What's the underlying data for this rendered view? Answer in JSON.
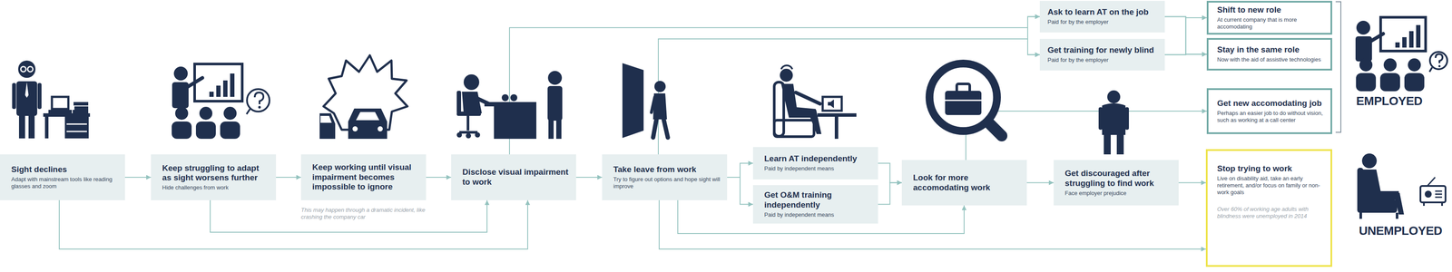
{
  "diagram": {
    "nodes": [
      {
        "text": [
          "Sight declines",
          "Adapt with mainstream tools like reading glasses and zoom"
        ]
      },
      {
        "text": [
          "Keep struggling to adapt as sight worsens further",
          "Hide challenges from work"
        ]
      },
      {
        "text": [
          "Keep working until visual impairment becomes impossible to ignore"
        ]
      },
      {
        "text": [
          "Disclose visual impairment to work"
        ]
      },
      {
        "text": [
          "Take leave from work",
          "Try to figure out options and hope sight will improve"
        ]
      },
      {
        "text": [
          "Learn AT independently",
          "Paid by independent means"
        ]
      },
      {
        "text": [
          "Get O&M training independently",
          "Paid by independent means"
        ]
      },
      {
        "text": [
          "Look for more accomodating work"
        ]
      },
      {
        "text": [
          "Get discouraged after struggling to find work",
          "Face employer prejudice"
        ]
      },
      {
        "text": [
          "Ask to learn AT on the job",
          "Paid for by the employer"
        ]
      },
      {
        "text": [
          "Get training for newly blind",
          "Paid for by the employer"
        ]
      },
      {
        "text": [
          "Shift to new role",
          "At current company that is more accomodating"
        ]
      },
      {
        "text": [
          "Stay in the same role",
          "Now with the aid of assistive technologies"
        ]
      },
      {
        "text": [
          "Get new accomodating job",
          "Perhaps an easier job to do without vision, such as working at a call center"
        ]
      },
      {
        "text": [
          "Stop trying to work",
          "Live on disability aid, take an early retirement, and/or focus on family or non-work goals",
          "Over 60% of working age adults with blindness were unemployed in 2014"
        ]
      }
    ],
    "edges": [
      {
        "from": 0,
        "to": 1,
        "arrow": "to"
      },
      {
        "from": 1,
        "to": 2,
        "arrow": "to"
      },
      {
        "from": 2,
        "to": 3,
        "arrow": "to"
      },
      {
        "from": 3,
        "to": 4,
        "arrow": "to"
      },
      {
        "from": 0,
        "to": 3,
        "arrow": "to"
      },
      {
        "from": 1,
        "to": 3,
        "arrow": "to"
      },
      {
        "from": 3,
        "to": 9,
        "arrow": "to"
      },
      {
        "from": 3,
        "to": 10,
        "arrow": "to"
      },
      {
        "from": 4,
        "to": 9,
        "arrow": "to"
      },
      {
        "from": 4,
        "to": 10,
        "arrow": "to"
      },
      {
        "from": 4,
        "to": 5,
        "arrow": "to"
      },
      {
        "from": 4,
        "to": 6,
        "arrow": "to"
      },
      {
        "from": 4,
        "to": 7,
        "arrow": "to"
      },
      {
        "from": 4,
        "to": 14,
        "arrow": "to"
      },
      {
        "from": 5,
        "to": 7,
        "arrow": "to"
      },
      {
        "from": 6,
        "to": 7,
        "arrow": "to"
      },
      {
        "from": 7,
        "to": 8,
        "arrow": "to"
      },
      {
        "from": 7,
        "to": 13,
        "arrow": "to"
      },
      {
        "from": 8,
        "to": 14,
        "arrow": "to"
      },
      {
        "from": 9,
        "to": 11,
        "arrow": "to"
      },
      {
        "from": 9,
        "to": 12,
        "arrow": "to"
      },
      {
        "from": 10,
        "to": 11,
        "arrow": "to"
      },
      {
        "from": 10,
        "to": 12,
        "arrow": "to"
      }
    ],
    "labels": [
      "This may happen through a dramatic incident, like crashing the company car",
      "EMPLOYED",
      "UNEMPLOYED"
    ]
  }
}
